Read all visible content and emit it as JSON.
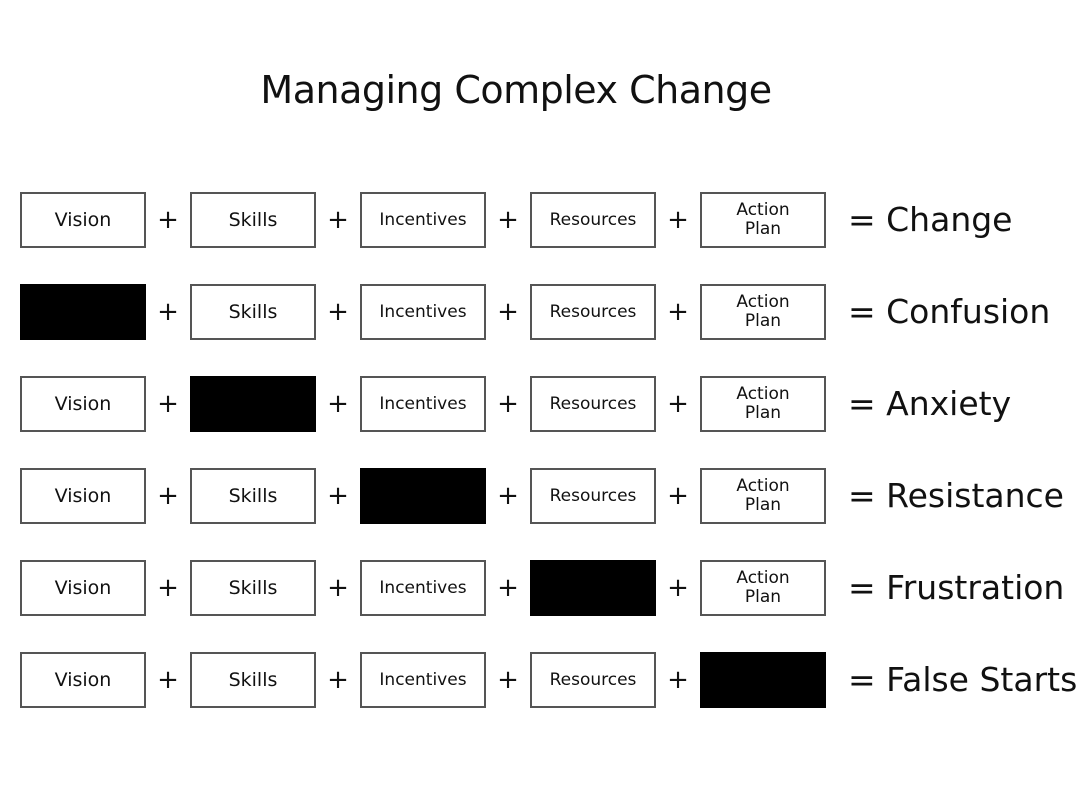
{
  "title": "Managing Complex Change",
  "labels": {
    "vision": "Vision",
    "skills": "Skills",
    "incentives": "Incentives",
    "resources": "Resources",
    "action_plan_line1": "Action",
    "action_plan_line2": "Plan",
    "plus": "+"
  },
  "rows": [
    {
      "missing": "",
      "result": "= Change"
    },
    {
      "missing": "vision",
      "result": "= Confusion"
    },
    {
      "missing": "skills",
      "result": "= Anxiety"
    },
    {
      "missing": "incentives",
      "result": "= Resistance"
    },
    {
      "missing": "resources",
      "result": "= Frustration"
    },
    {
      "missing": "action_plan",
      "result": "= False Starts"
    }
  ],
  "colors": {
    "missing_fill": "#000000",
    "box_border": "#555555",
    "text": "#111111"
  }
}
